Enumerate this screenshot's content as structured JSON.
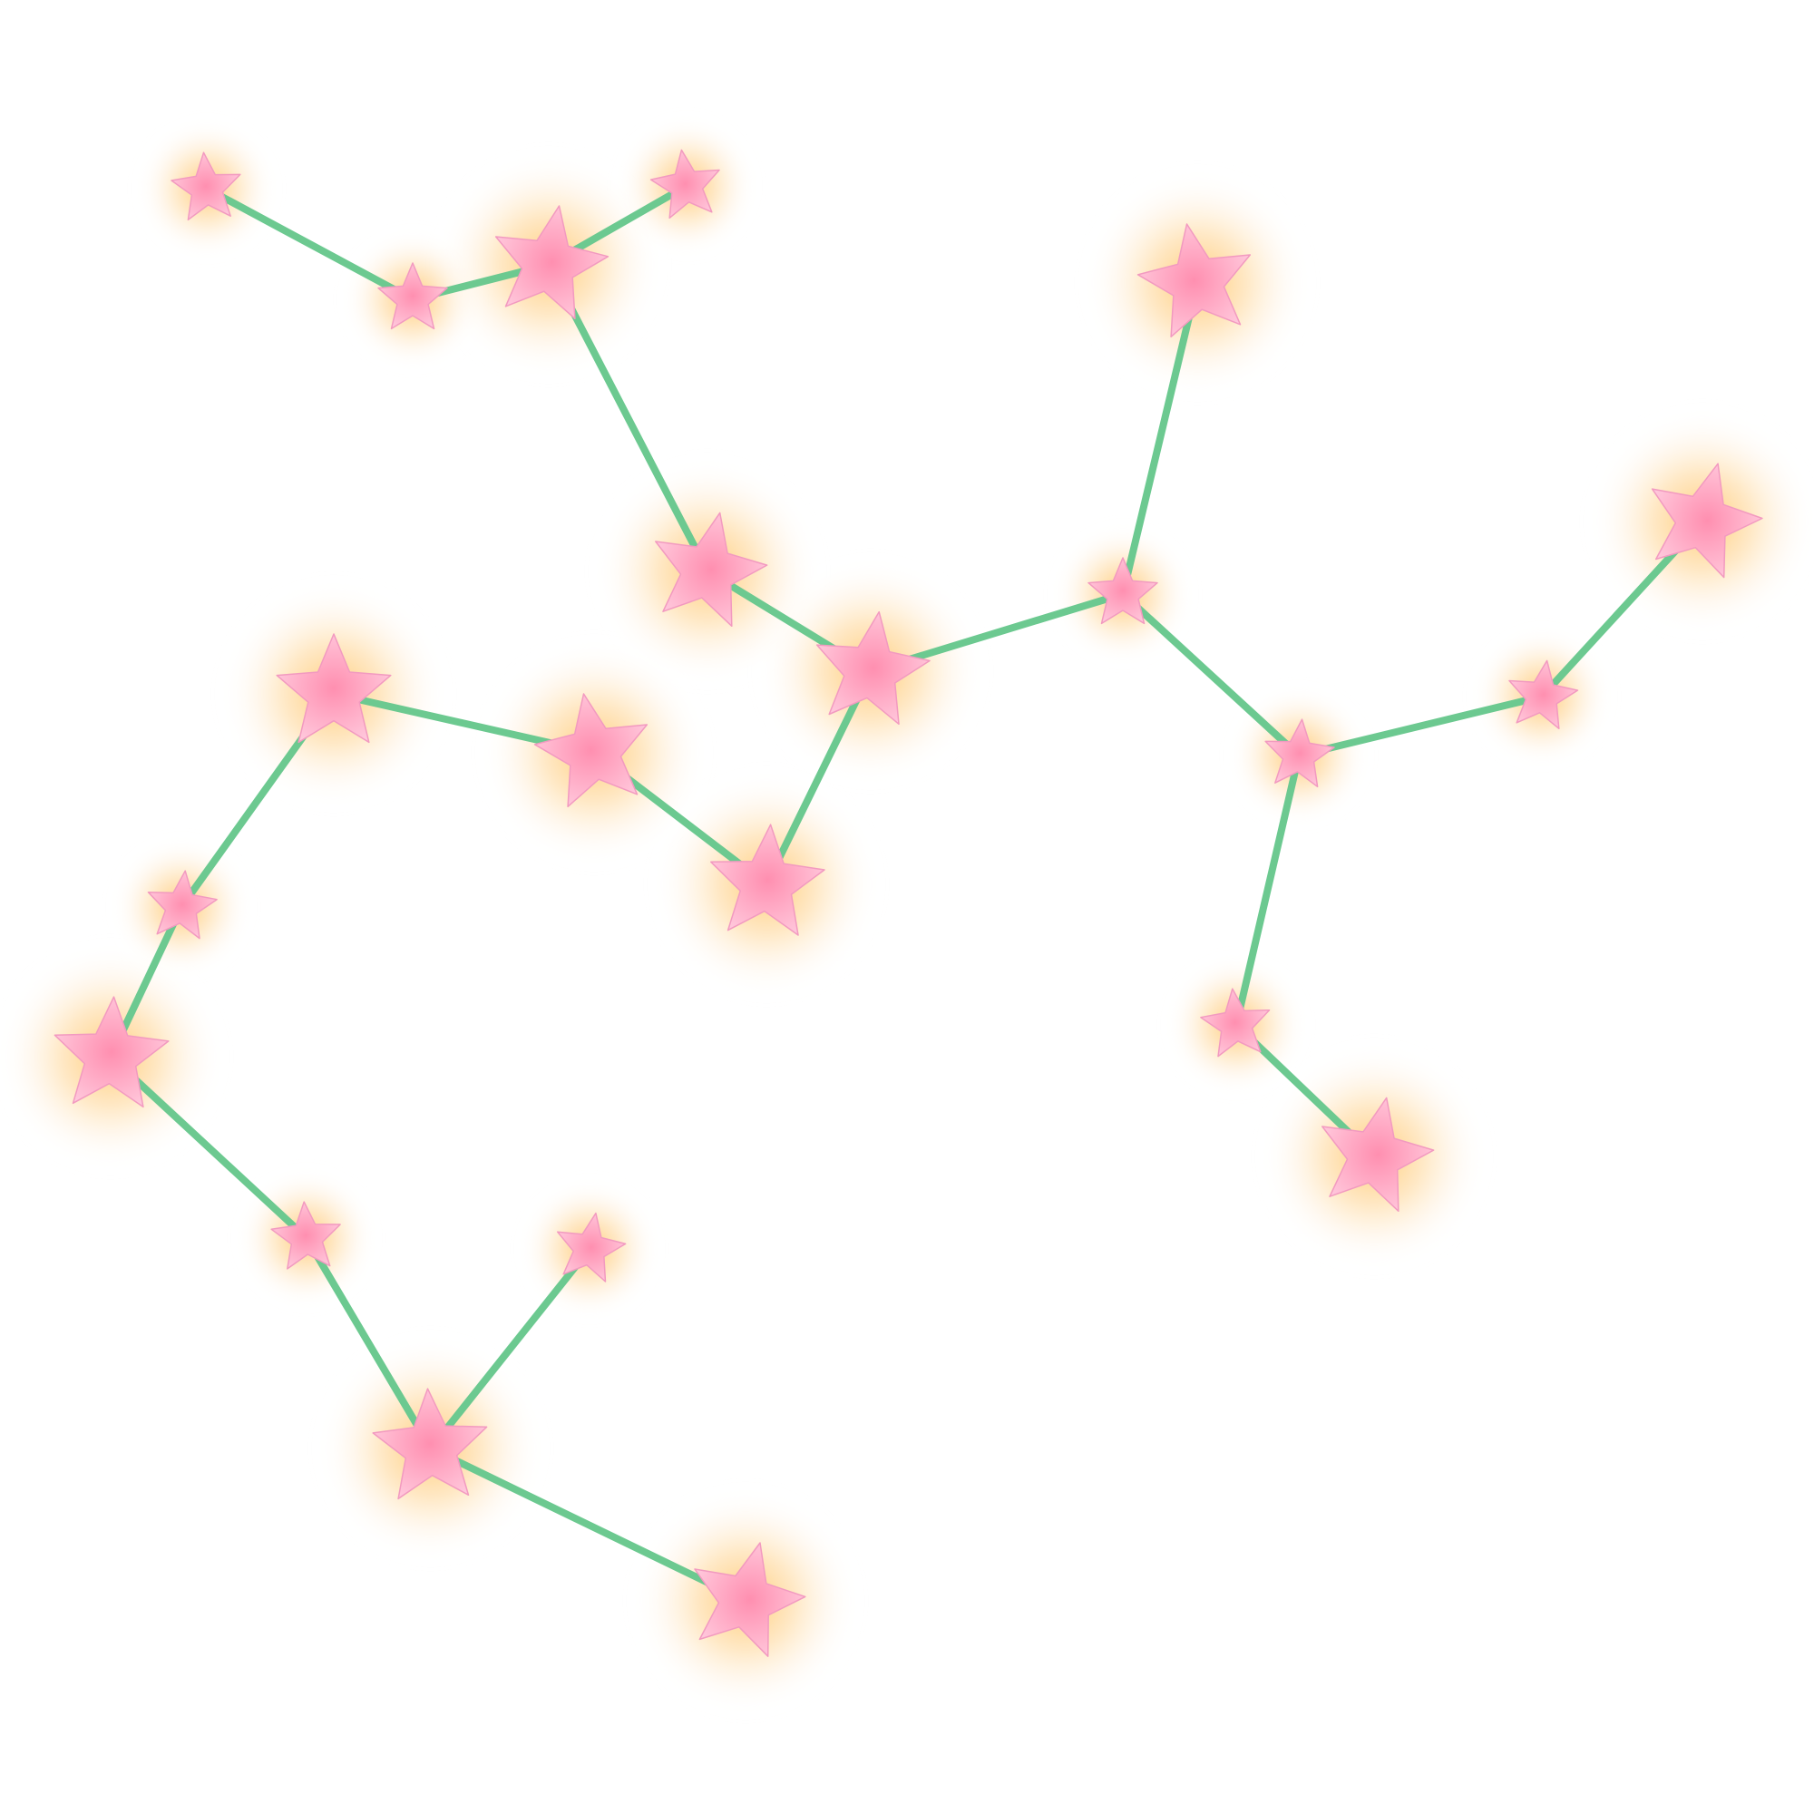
{
  "colors": {
    "background": "#ffffff",
    "edge": "#6cc990",
    "star_fill_center": "#ff8fb0",
    "star_fill_edge": "#ffc8dc",
    "star_stroke": "#f29ac0",
    "glow": "#ffc96b"
  },
  "diagram": {
    "type": "constellation",
    "nodes": [
      {
        "id": "n1",
        "size": "small"
      },
      {
        "id": "n2",
        "size": "small"
      },
      {
        "id": "n3",
        "size": "large"
      },
      {
        "id": "n4",
        "size": "small"
      },
      {
        "id": "n5",
        "size": "large"
      },
      {
        "id": "n6",
        "size": "large"
      },
      {
        "id": "n7",
        "size": "small"
      },
      {
        "id": "n8",
        "size": "large"
      },
      {
        "id": "n9",
        "size": "large"
      },
      {
        "id": "n10",
        "size": "small"
      },
      {
        "id": "n11",
        "size": "large"
      },
      {
        "id": "n12",
        "size": "small"
      },
      {
        "id": "n13",
        "size": "small"
      },
      {
        "id": "n14",
        "size": "large"
      },
      {
        "id": "n15",
        "size": "large"
      },
      {
        "id": "n16",
        "size": "large"
      },
      {
        "id": "n17",
        "size": "small"
      },
      {
        "id": "n18",
        "size": "large"
      },
      {
        "id": "n19",
        "size": "small"
      },
      {
        "id": "n20",
        "size": "large"
      },
      {
        "id": "n21",
        "size": "small"
      },
      {
        "id": "n22",
        "size": "large"
      },
      {
        "id": "n23",
        "size": "small"
      },
      {
        "id": "n24",
        "size": "large"
      }
    ],
    "edges": [
      [
        "n1",
        "n2"
      ],
      [
        "n2",
        "n3"
      ],
      [
        "n3",
        "n4"
      ],
      [
        "n3",
        "n5"
      ],
      [
        "n5",
        "n6"
      ],
      [
        "n6",
        "n7"
      ],
      [
        "n7",
        "n8"
      ],
      [
        "n7",
        "n10"
      ],
      [
        "n10",
        "n12"
      ],
      [
        "n12",
        "n9"
      ],
      [
        "n10",
        "n13"
      ],
      [
        "n13",
        "n14"
      ],
      [
        "n6",
        "n15"
      ],
      [
        "n15",
        "n16"
      ],
      [
        "n16",
        "n18"
      ],
      [
        "n18",
        "n17"
      ],
      [
        "n17",
        "n20"
      ],
      [
        "n20",
        "n19"
      ],
      [
        "n19",
        "n22"
      ],
      [
        "n22",
        "n21"
      ],
      [
        "n22",
        "n24"
      ]
    ]
  }
}
